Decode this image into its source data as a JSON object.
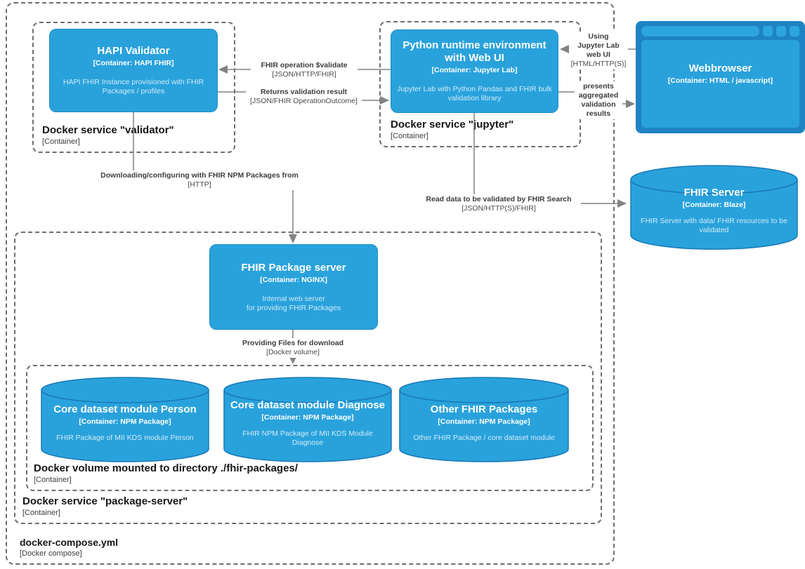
{
  "groups": {
    "compose": {
      "title": "docker-compose.yml",
      "subtitle": "[Docker compose]"
    },
    "validator": {
      "title": "Docker service \"validator\"",
      "subtitle": "[Container]"
    },
    "jupyter": {
      "title": "Docker service \"jupyter\"",
      "subtitle": "[Container]"
    },
    "package_server": {
      "title": "Docker service \"package-server\"",
      "subtitle": "[Container]"
    },
    "volume": {
      "title": "Docker volume mounted to directory ./fhir-packages/",
      "subtitle": "[Container]"
    }
  },
  "nodes": {
    "hapi_validator": {
      "title": "HAPI Validator",
      "subtitle": "[Container: HAPI FHIR]",
      "description": "HAPI FHIR Instance provisioned with FHIR\nPackages / profiles"
    },
    "python_runtime": {
      "title": "Python runtime environment\nwith Web UI",
      "subtitle": "[Container: Jupyter Lab]",
      "description": "Jupyter Lab with Python Pandas and FHIR bulk\nvalidation library"
    },
    "webbrowser": {
      "title": "Webbrowser",
      "subtitle": "[Container: HTML / javascript]"
    },
    "fhir_server": {
      "title": "FHIR Server",
      "subtitle": "[Container: Blaze]",
      "description": "FHIR Server with data/ FHIR resources to be\nvalidated"
    },
    "fhir_package_server": {
      "title": "FHIR Package server",
      "subtitle": "[Container: NGINX]",
      "description": "Internal web server\nfor providing FHIR Packages"
    },
    "module_person": {
      "title": "Core dataset module Person",
      "subtitle": "[Container: NPM Package]",
      "description": "FHIR Package of MII KDS module Person"
    },
    "module_diagnose": {
      "title": "Core dataset module Diagnose",
      "subtitle": "[Container: NPM Package]",
      "description": "FHIR NPM Package of MII KDS Module\nDiagnose"
    },
    "other_packages": {
      "title": "Other FHIR Packages",
      "subtitle": "[Container: NPM Package]",
      "description": "Other FHIR Package / core dataset module"
    }
  },
  "edges": {
    "validate": {
      "label": "FHIR operation $validate",
      "tech": "[JSON/HTTP/FHIR]"
    },
    "returns": {
      "label": "Returns validation result",
      "tech": "[JSON/FHIR OperationOutcome]"
    },
    "using_ui": {
      "label": "Using\nJupyter Lab\nweb UI",
      "tech": "[HTML/HTTP(S)]"
    },
    "presents": {
      "label": "presents\naggregated\nvalidation\nresults"
    },
    "download": {
      "label": "Downloading/configuring with FHIR NPM Packages from",
      "tech": "[HTTP]"
    },
    "read_data": {
      "label": "Read data to be validated by FHIR Search",
      "tech": "[JSON/HTTP(S)/FHIR]"
    },
    "providing": {
      "label": "Providing Files for download",
      "tech": "[Docker volume]"
    }
  },
  "colors": {
    "node_fill": "#29A2DC",
    "node_stroke": "#1E8CC2",
    "cylinder_stroke": "#1879B8",
    "browser_frame": "#1E83C4",
    "browser_panel": "#2CA5DE",
    "dashed_border": "#6e6e6e",
    "connector": "#828282",
    "label_text": "#3d3d3d"
  }
}
